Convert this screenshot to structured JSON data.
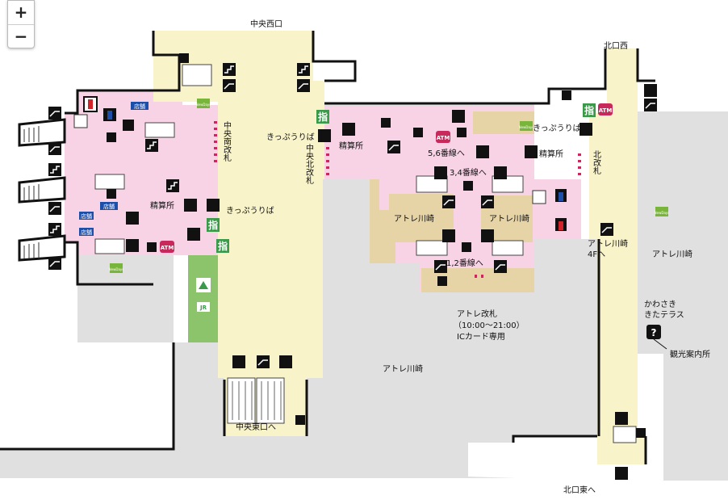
{
  "controls": {
    "zoom_in": "+",
    "zoom_out": "−"
  },
  "colors": {
    "concourse": "#f8f3c8",
    "paid_area": "#f8d3e6",
    "shops": "#e0e0e0",
    "retail": "#e6d3a6",
    "green_window": "#8cc46c",
    "wall": "#111111",
    "atm": "#c8285a",
    "shitei": "#3a9a4a"
  },
  "labels": {
    "chuo_nishiguchi": "中央西口",
    "kitaguchi_nishi": "北口西",
    "chuo_minami": "中央南改札",
    "chuo_kita": "中央北改札",
    "kita_kaisatsu": "北改札",
    "kippu_1": "きっぷうりば",
    "kippu_2": "きっぷうりば",
    "kippu_3": "きっぷうりば",
    "seisan_1": "精算所",
    "seisan_2": "精算所",
    "seisan_3": "精算所",
    "to_56": "5,6番線へ",
    "to_34": "3,4番線へ",
    "to_12": "1,2番線へ",
    "atre_kawasaki_1": "アトレ川崎",
    "atre_kawasaki_2": "アトレ川崎",
    "atre_kawasaki_3": "アトレ川崎",
    "atre_kawasaki_4": "アトレ川崎",
    "atre_4f_1": "アトレ川崎",
    "atre_4f_2": "4Fへ",
    "atre_gate_1": "アトレ改札",
    "atre_gate_2": "（10:00～21:00）",
    "atre_gate_3": "ICカード専用",
    "kawasaki_terrace_1": "かわさき",
    "kawasaki_terrace_2": "きたテラス",
    "kanko": "観光案内所",
    "chuo_higashi": "中央東口へ",
    "kitaguchi_higashi": "北口東へ"
  },
  "badges": {
    "atm": "ATM",
    "shitei": "指",
    "shop": "店舗",
    "newdays": "NewDays",
    "info": "?",
    "jr": "JR"
  }
}
